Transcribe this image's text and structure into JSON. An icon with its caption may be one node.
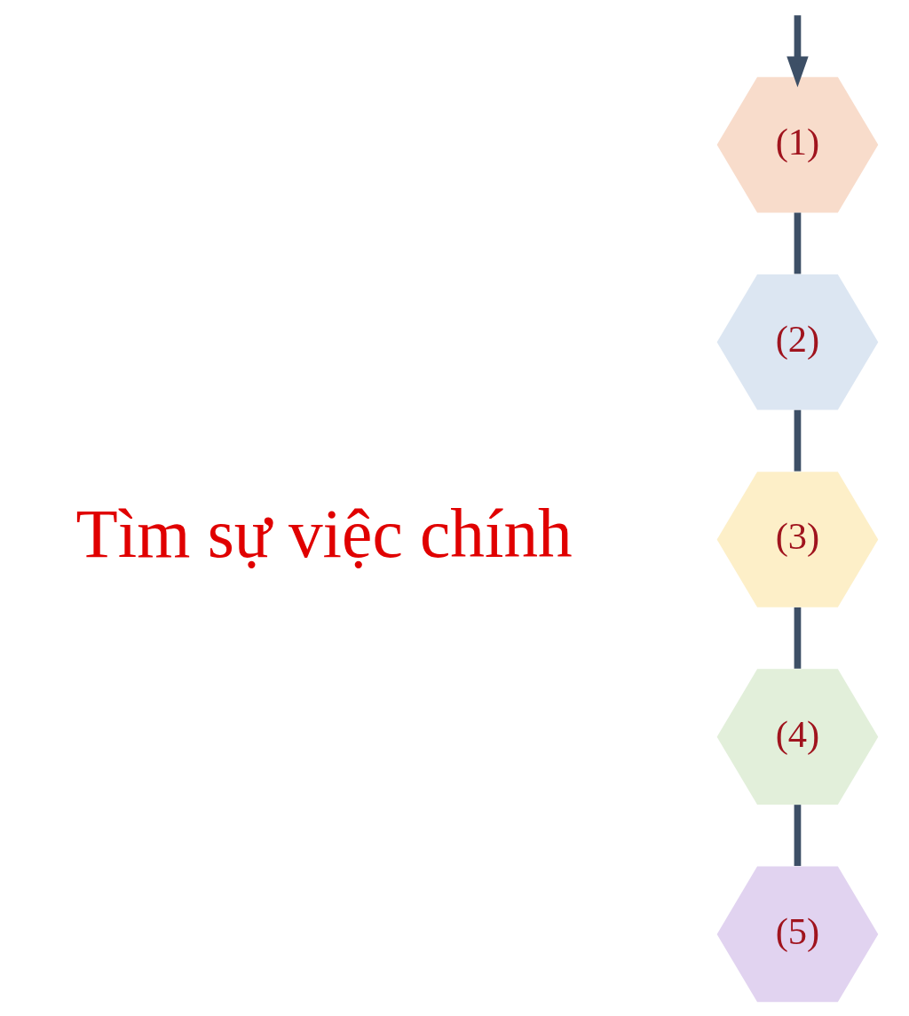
{
  "diagram": {
    "nodes": [
      {
        "text": [
          "(1)"
        ]
      },
      {
        "text": [
          "(2)"
        ]
      },
      {
        "text": [
          "(3)"
        ]
      },
      {
        "text": [
          "(4)"
        ]
      },
      {
        "text": [
          "(5)"
        ]
      }
    ],
    "edges": [
      {
        "from": null,
        "to": 0,
        "arrow": "to"
      },
      {
        "from": 0,
        "to": 1,
        "arrow": "none"
      },
      {
        "from": 1,
        "to": 2,
        "arrow": "none"
      },
      {
        "from": 2,
        "to": 3,
        "arrow": "none"
      },
      {
        "from": 3,
        "to": 4,
        "arrow": "none"
      }
    ],
    "labels": [
      "Tìm sự việc chính"
    ]
  }
}
